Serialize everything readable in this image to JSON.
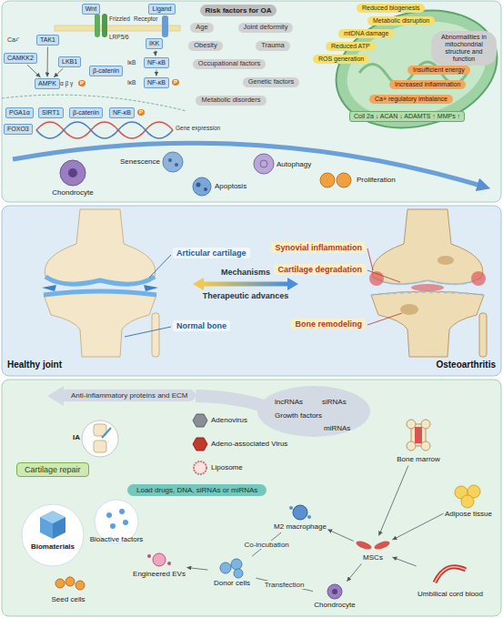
{
  "diagram": {
    "nodes": [
      {
        "text": [
          "Wnt"
        ]
      },
      {
        "text": [
          "Ligand"
        ]
      },
      {
        "text": [
          "TAK1"
        ]
      },
      {
        "text": [
          "CAMKK2"
        ]
      },
      {
        "text": [
          "LKB1"
        ]
      },
      {
        "text": [
          "β-catenin"
        ]
      },
      {
        "text": [
          "IKK"
        ]
      },
      {
        "text": [
          "NF-κB"
        ]
      },
      {
        "text": [
          "NF-κB"
        ]
      },
      {
        "text": [
          "AMPK"
        ]
      },
      {
        "text": [
          "PGA1α"
        ]
      },
      {
        "text": [
          "SIRT1"
        ]
      },
      {
        "text": [
          "β-catenin"
        ]
      },
      {
        "text": [
          "NF-κB"
        ]
      },
      {
        "text": [
          "FOXO3"
        ]
      },
      {
        "text": [
          "Risk factors for OA"
        ]
      },
      {
        "text": [
          "Age"
        ]
      },
      {
        "text": [
          "Joint deformity"
        ]
      },
      {
        "text": [
          "Obesity"
        ]
      },
      {
        "text": [
          "Trauma"
        ]
      },
      {
        "text": [
          "Occupational factors"
        ]
      },
      {
        "text": [
          "Genetic factors"
        ]
      },
      {
        "text": [
          "Metabolic disorders"
        ]
      },
      {
        "text": [
          "Reduced biogenesis"
        ]
      },
      {
        "text": [
          "Metabolic disruption"
        ]
      },
      {
        "text": [
          "mtDNA damage"
        ]
      },
      {
        "text": [
          "Reduced ATP"
        ]
      },
      {
        "text": [
          "ROS generation"
        ]
      },
      {
        "text": [
          "Abnormalities in mitochondrial structure and function"
        ]
      },
      {
        "text": [
          "Insufficient energy"
        ]
      },
      {
        "text": [
          "Increased inflammation"
        ]
      },
      {
        "text": [
          "Ca+ regulatory imbalance"
        ]
      },
      {
        "text": [
          "Coll 2a ↓ ACAN ↓ ADAMTS ↑ MMPs ↑"
        ]
      },
      {
        "text": [
          "Articular cartilage"
        ]
      },
      {
        "text": [
          "Normal bone"
        ]
      },
      {
        "text": [
          "Synovial inflammation"
        ]
      },
      {
        "text": [
          "Cartilage degradation"
        ]
      },
      {
        "text": [
          "Bone remodeling"
        ]
      },
      {
        "text": [
          "Anti-inflammatory proteins and ECM"
        ]
      },
      {
        "text": [
          "Cartilage repair"
        ]
      },
      {
        "text": [
          "Load drugs, DNA, siRNAs or miRNAs"
        ]
      },
      {
        "text": [
          "Biomaterials"
        ]
      },
      {
        "text": [
          "Bioactive factors"
        ]
      },
      {
        "text": [
          "Seed cells"
        ]
      },
      {
        "text": [
          "Engineered EVs"
        ]
      },
      {
        "text": [
          "Donor cells"
        ]
      },
      {
        "text": [
          "M2 macrophage"
        ]
      },
      {
        "text": [
          "MSCs"
        ]
      },
      {
        "text": [
          "Chondrocyte"
        ]
      },
      {
        "text": [
          "Bone marrow"
        ]
      },
      {
        "text": [
          "Adipose tissue"
        ]
      },
      {
        "text": [
          "Umbilical cord blood"
        ]
      }
    ],
    "edges": [
      {
        "from": 2,
        "to": 9,
        "arrow": "to"
      },
      {
        "from": 3,
        "to": 9,
        "arrow": "to"
      },
      {
        "from": 4,
        "to": 9,
        "arrow": "to"
      },
      {
        "from": 6,
        "to": 7,
        "arrow": "to"
      },
      {
        "from": 7,
        "to": 8,
        "arrow": "to"
      },
      {
        "from": 49,
        "to": 47,
        "arrow": "to"
      },
      {
        "from": 50,
        "to": 47,
        "arrow": "to"
      },
      {
        "from": 51,
        "to": 47,
        "arrow": "to"
      },
      {
        "from": 47,
        "to": 46,
        "arrow": "to"
      },
      {
        "from": 47,
        "to": 48,
        "arrow": "to"
      },
      {
        "from": 45,
        "to": 44,
        "arrow": "to"
      },
      {
        "from": 45,
        "to": 46,
        "label": "Co-incubation",
        "arrow": "none"
      },
      {
        "from": 45,
        "to": 48,
        "label": "Transfection",
        "arrow": "none"
      }
    ],
    "labels": [
      "Frizzled",
      "Receptor",
      "LRP5/6",
      "Ca²⁺",
      "α β γ",
      "P",
      "IκB",
      "IκB",
      "P",
      "P",
      "Gene expression",
      "Chondrocyte",
      "Senescence",
      "Autophagy",
      "Apoptosis",
      "Proliferation",
      "Mechanisms",
      "Therapeutic advances",
      "Healthy joint",
      "Osteoarthritis",
      "Adenovirus",
      "Adeno-associated Virus",
      "Liposome",
      "IA",
      "lncRNAs",
      "siRNAs",
      "Growth factors",
      "miRNAs"
    ]
  }
}
